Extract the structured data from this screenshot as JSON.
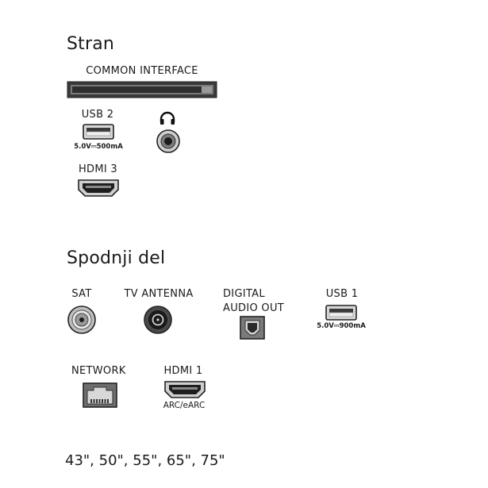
{
  "side": {
    "title": "Stran",
    "common_interface": {
      "label": "COMMON INTERFACE"
    },
    "usb2": {
      "label": "USB 2",
      "spec": "5.0V⎓500mA"
    },
    "headphone": {
      "icon": "headphones-icon"
    },
    "hdmi3": {
      "label": "HDMI 3"
    }
  },
  "bottom": {
    "title": "Spodnji del",
    "sat": {
      "label": "SAT"
    },
    "tv_antenna": {
      "label": "TV ANTENNA"
    },
    "digital_audio": {
      "label_line1": "DIGITAL",
      "label_line2": "AUDIO OUT"
    },
    "usb1": {
      "label": "USB 1",
      "spec": "5.0V⎓900mA"
    },
    "network": {
      "label": "NETWORK"
    },
    "hdmi1": {
      "label": "HDMI 1",
      "sub": "ARC/eARC"
    }
  },
  "sizes": "43\", 50\", 55\", 65\", 75\""
}
